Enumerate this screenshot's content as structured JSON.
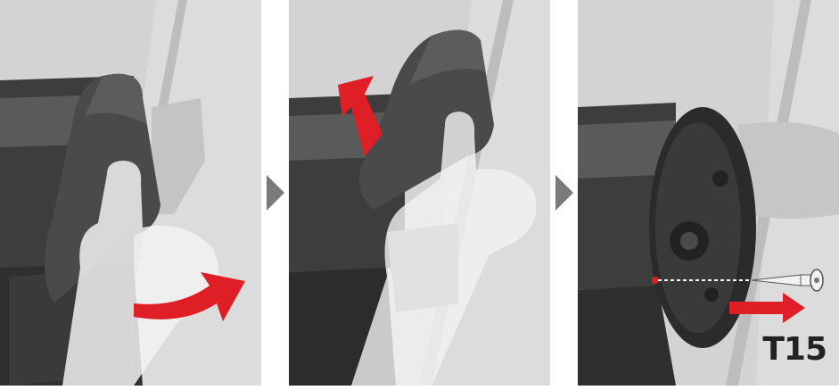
{
  "steps": [
    {
      "id": 1,
      "action": "pull-outward",
      "arrow_icon": "curved-arrow-right-icon"
    },
    {
      "id": 2,
      "action": "lift-cover-up",
      "arrow_icon": "arrow-up-left-icon"
    },
    {
      "id": 3,
      "action": "remove-screw",
      "arrow_icon": "arrow-right-icon",
      "tool_label": "T15"
    }
  ],
  "colors": {
    "background": "#d4d4d4",
    "cover": "#4a4a4a",
    "cover_edge": "#2e2e2e",
    "rail": "#3a3a3a",
    "hand": "#f2f2f2",
    "action_arrow": "#e01e26",
    "step_arrow": "#7a7a7a"
  }
}
